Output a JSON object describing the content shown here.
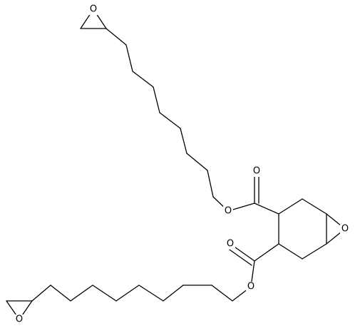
{
  "diagram": {
    "type": "chemical-structure",
    "colors": {
      "bond": "#000000",
      "label": "#000000",
      "background": "#ffffff"
    },
    "atoms": [
      {
        "id": "o_top_epox",
        "label": "O"
      },
      {
        "id": "o_carbonyl_1",
        "label": "O"
      },
      {
        "id": "o_ester_1",
        "label": "O"
      },
      {
        "id": "o_ring_epox",
        "label": "O"
      },
      {
        "id": "o_carbonyl_2",
        "label": "O"
      },
      {
        "id": "o_ester_2",
        "label": "O"
      },
      {
        "id": "o_bottom_epox",
        "label": "O"
      }
    ]
  }
}
